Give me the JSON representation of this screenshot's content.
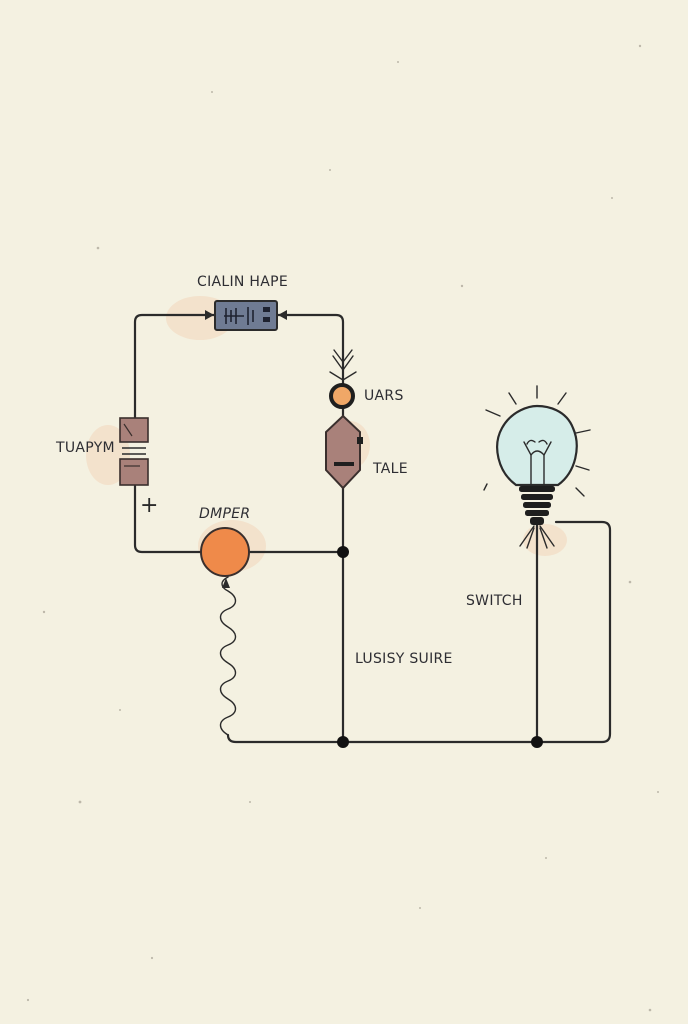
{
  "labels": {
    "top_component": "CIALIN HAPE",
    "left_component": "TUAPYM",
    "plus_sign": "+",
    "small_circle": "UARS",
    "hex_component": "TALE",
    "orange_component": "DMPER",
    "switch": "SWITCH",
    "bottom_middle": "LUSISY SUIRE"
  },
  "colors": {
    "background": "#f4f1e1",
    "wire": "#2b2b2b",
    "top_component_fill": "#6f7b93",
    "brown_component": "#a9817a",
    "orange_component": "#ef8a4a",
    "bulb_glass": "#d6ede9"
  }
}
